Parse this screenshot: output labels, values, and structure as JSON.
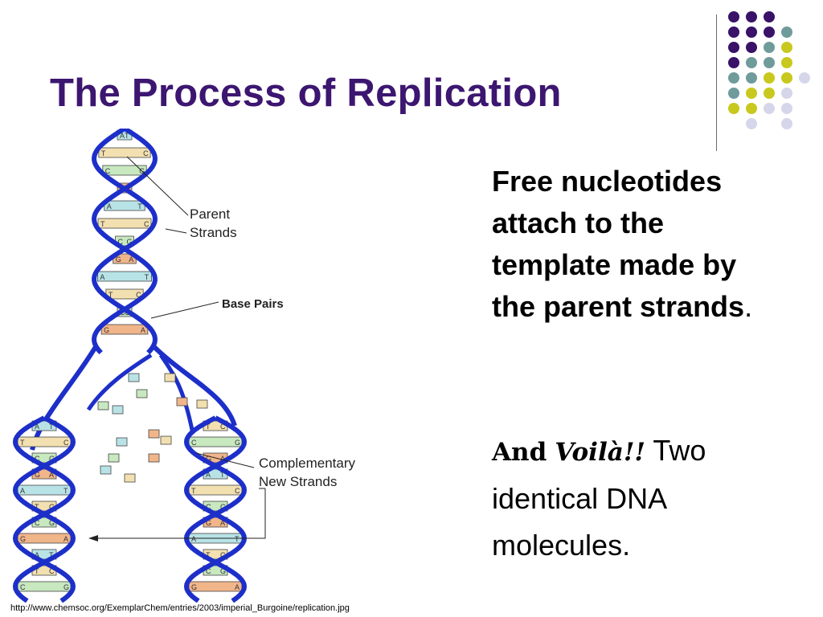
{
  "slide": {
    "title": "The Process of Replication",
    "paragraph1": {
      "text": "Free nucleotides attach to the template made by the parent strands",
      "trailing": "."
    },
    "paragraph2": {
      "and": "And",
      "voila": "Voilà!!",
      "rest": " Two identical DNA molecules."
    },
    "source_url": "http://www.chemsoc.org/ExemplarChem/entries/2003/imperial_Burgoine/replication.jpg"
  },
  "figure": {
    "labels": {
      "parent_strands": [
        "Parent",
        "Strands"
      ],
      "base_pairs": "Base Pairs",
      "complementary": [
        "Complementary",
        "New Strands"
      ]
    },
    "base_letters": [
      "A",
      "T",
      "C",
      "G"
    ],
    "colors": {
      "backbone": "#1d2fc9",
      "pair_fill": "#b8e3e6",
      "pair_fill_alt": "#f2e0b0",
      "pair_fill_alt2": "#c8e8c0",
      "pair_fill_alt3": "#f1b58a"
    }
  },
  "theme": {
    "title_color": "#3c1670",
    "dot_colors": [
      "#3a1268",
      "#6f9b9b",
      "#c8c81e",
      "#d6d6ea"
    ]
  }
}
